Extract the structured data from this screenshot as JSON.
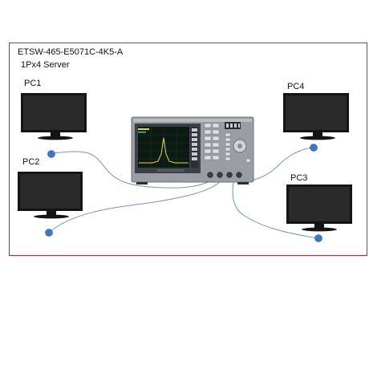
{
  "diagram": {
    "title": "ETSW-465-E5071C-4K5-A",
    "subtitle": "1Px4 Server"
  },
  "pcs": [
    {
      "label": "PC1"
    },
    {
      "label": "PC2"
    },
    {
      "label": "PC3"
    },
    {
      "label": "PC4"
    }
  ],
  "colors": {
    "frame_border": "#c0262c",
    "cable": "#6f96c8",
    "connector_dot": "#3b78c4",
    "monitor_bezel": "#141414",
    "monitor_screen": "#2a2a2a",
    "analyzer_body": "#9a9ea4",
    "analyzer_screen": "#0b1a12",
    "trace": "#e7d84a"
  },
  "icons": {
    "monitor": "monitor-icon",
    "network_analyzer": "network-analyzer-icon",
    "connector": "connector-dot-icon"
  }
}
